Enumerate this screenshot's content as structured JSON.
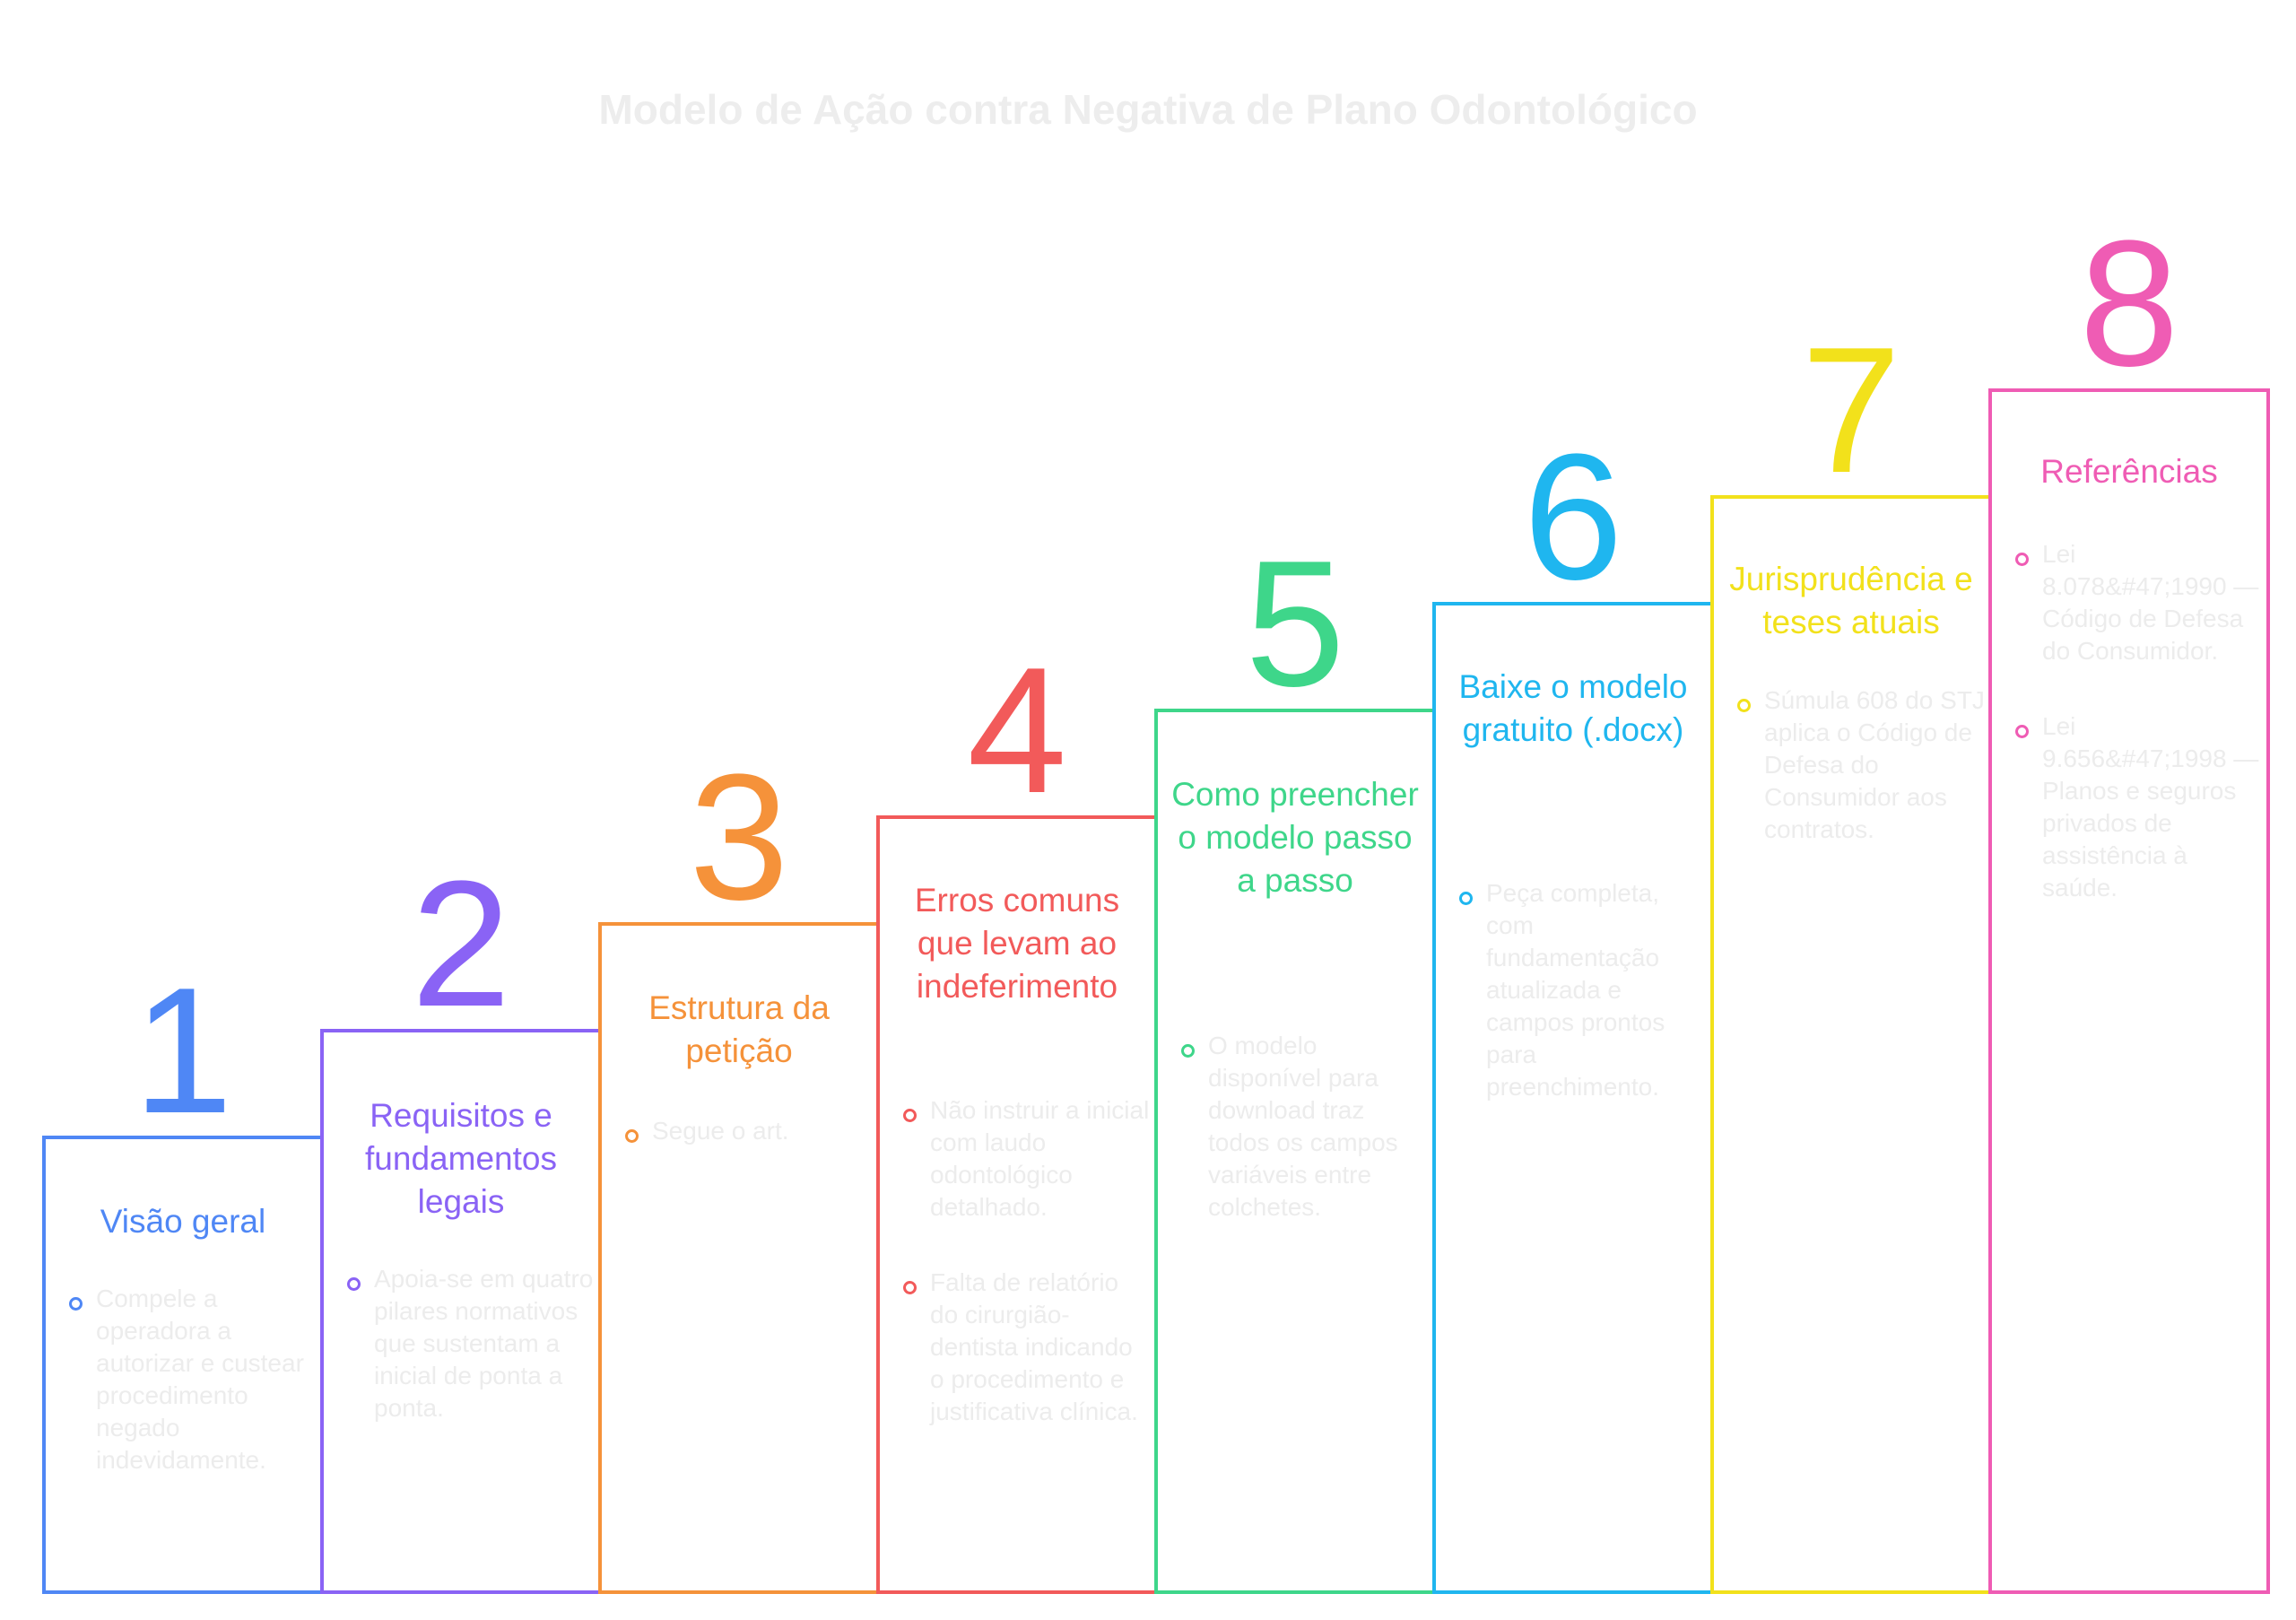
{
  "title": "Modelo de Ação contra Negativa de Plano Odontológico",
  "steps": [
    {
      "number": "1",
      "title": "Visão geral",
      "color": "#4f87f5",
      "bullets": [
        "Compele a operadora a autorizar e custear procedimento negado indevidamente."
      ]
    },
    {
      "number": "2",
      "title": "Requisitos e fundamentos legais",
      "color": "#8a63f5",
      "bullets": [
        "Apoia-se em quatro pilares normativos que sustentam a inicial de ponta a ponta."
      ]
    },
    {
      "number": "3",
      "title": "Estrutura da petição",
      "color": "#f5923a",
      "bullets": [
        "Segue o art."
      ]
    },
    {
      "number": "4",
      "title": "Erros comuns que levam ao indeferimento",
      "color": "#f25a5a",
      "bullets": [
        "Não instruir a inicial com laudo odontológico detalhado.",
        "Falta de relatório do cirurgião-dentista indicando o procedimento e justificativa clínica."
      ]
    },
    {
      "number": "5",
      "title": "Como preencher o modelo passo a passo",
      "color": "#3ed68a",
      "bullets": [
        "O modelo disponível para download traz todos os campos variáveis entre colchetes."
      ]
    },
    {
      "number": "6",
      "title": "Baixe o modelo gratuito (.docx)",
      "color": "#1fb6ef",
      "bullets": [
        "Peça completa, com fundamentação atualizada e campos prontos para preenchimento."
      ]
    },
    {
      "number": "7",
      "title": "Jurisprudência e teses atuais",
      "color": "#f2e11b",
      "bullets": [
        "Súmula 608 do STJ aplica o Código de Defesa do Consumidor aos contratos."
      ]
    },
    {
      "number": "8",
      "title": "Referências",
      "color": "#ef5cb4",
      "bullets": [
        "Lei 8.078&#47;1990 — Código de Defesa do Consumidor.",
        "Lei 9.656&#47;1998 — Planos e seguros privados de assistência à saúde."
      ]
    }
  ]
}
